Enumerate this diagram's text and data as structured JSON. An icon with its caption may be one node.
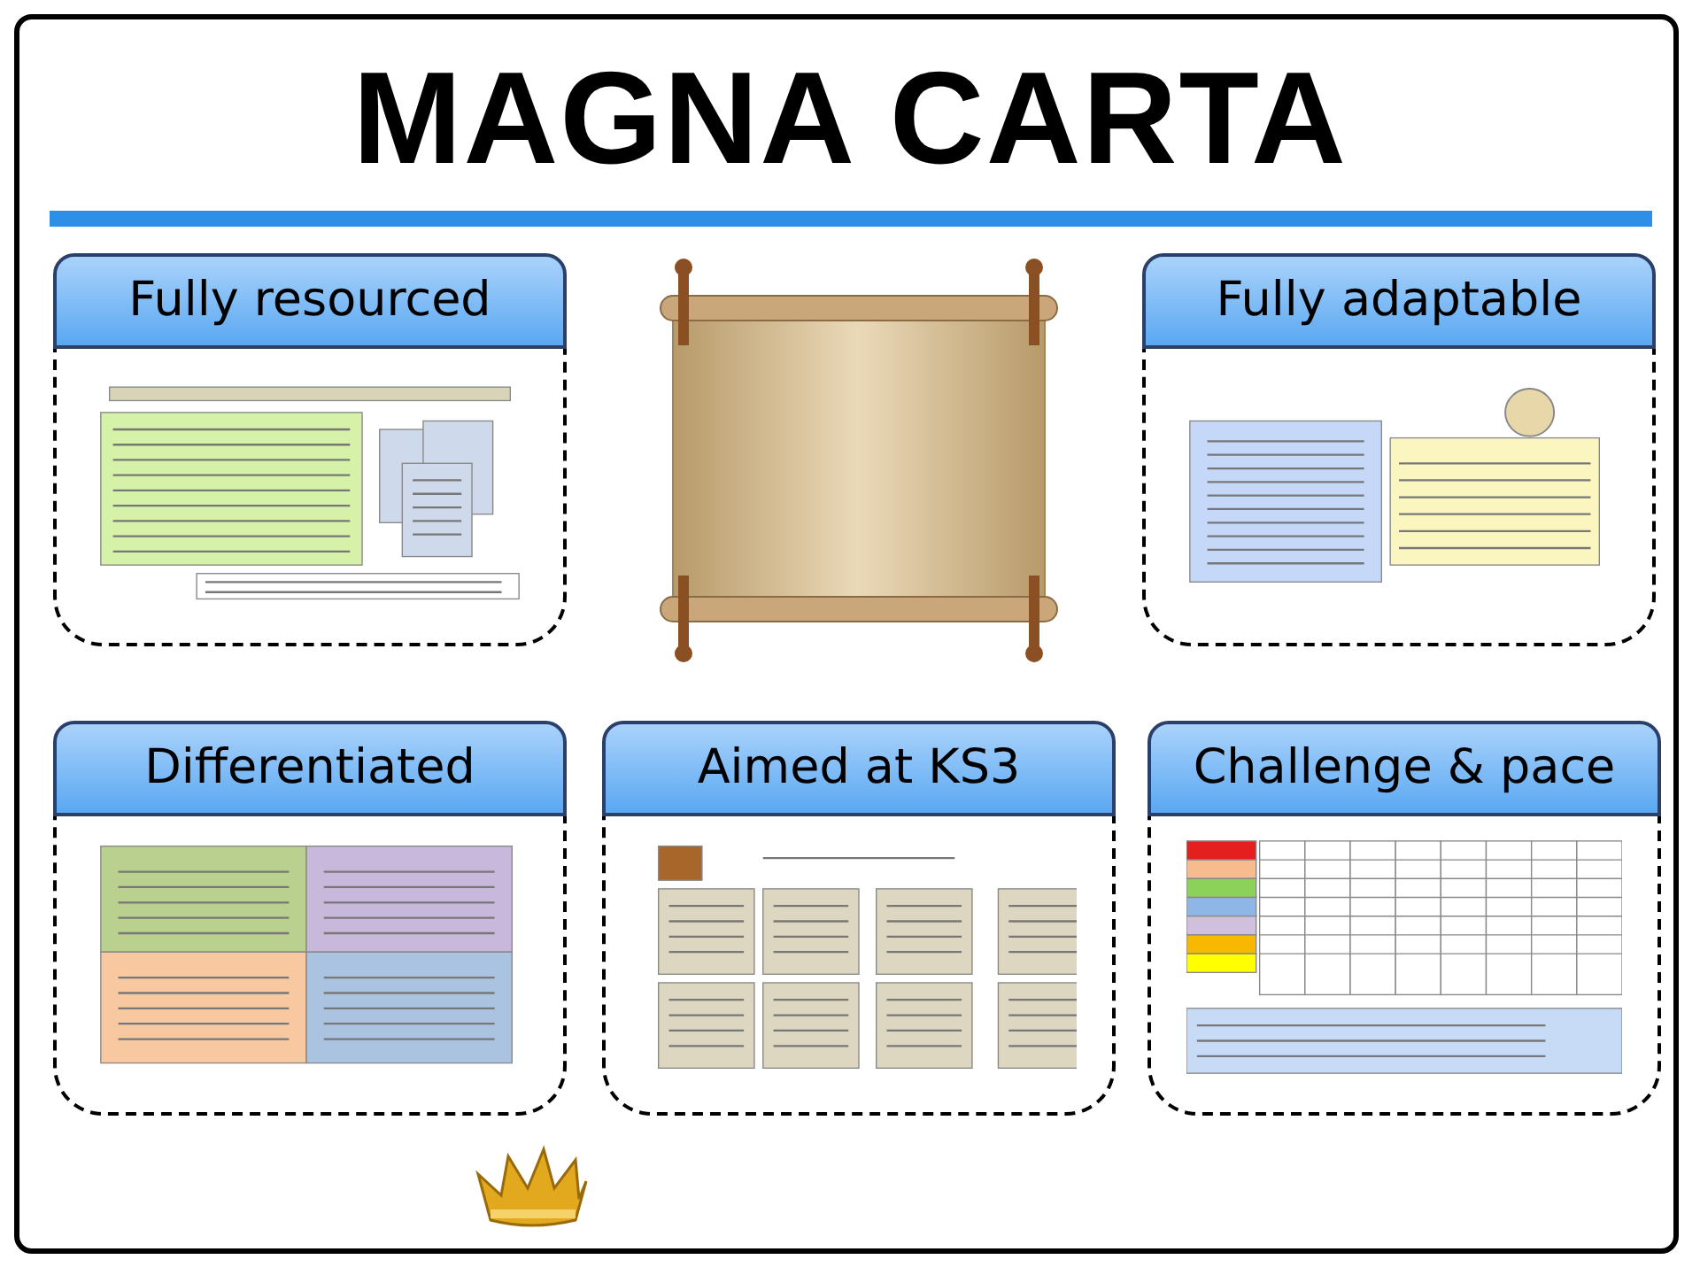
{
  "diagram": {
    "title": "MAGNA CARTA",
    "nodes": [
      {
        "text": [
          "Fully resourced"
        ]
      },
      {
        "text": [
          "Fully adaptable"
        ]
      },
      {
        "text": [
          "Differentiated"
        ]
      },
      {
        "text": [
          "Aimed at KS3"
        ]
      },
      {
        "text": [
          "Challenge & pace"
        ]
      }
    ]
  }
}
